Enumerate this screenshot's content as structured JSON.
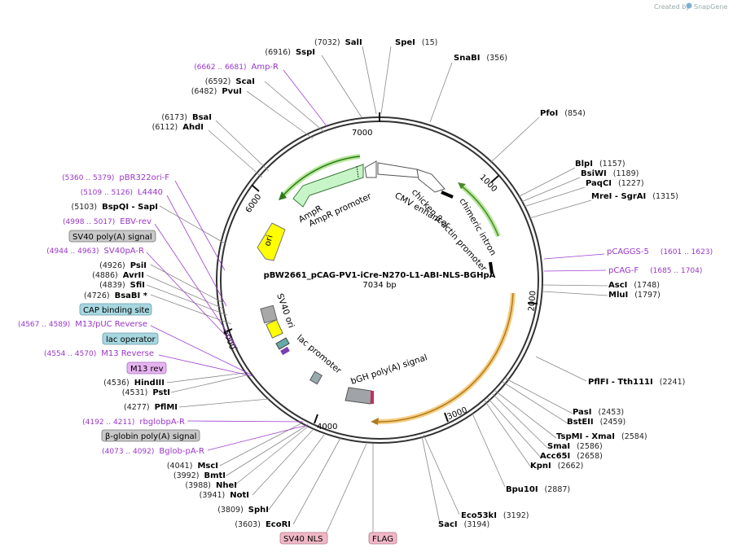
{
  "credit": {
    "created_by": "Created by",
    "brand": "SnapGene"
  },
  "plasmid": {
    "name": "pBW2661_pCAG-PV1-iCre-N270-L1-ABI-NLS-BGHpA",
    "length": "7034 bp"
  },
  "ticks": [
    "1000",
    "2000",
    "3000",
    "4000",
    "5000",
    "6000",
    "7000"
  ],
  "features": {
    "ampr": "AmpR",
    "ampr_promoter": "AmpR promoter",
    "cmv_enhancer": "CMV enhancer",
    "chicken_actin": "chicken β-actin promoter",
    "chimeric_intron": "chimeric intron",
    "ori": "ori",
    "sv40_ori": "SV40 ori",
    "lac_promoter": "lac promoter",
    "bgh_polya": "bGH poly(A) signal"
  },
  "enzymes_right": [
    {
      "name": "SalI",
      "pos": "(7032)"
    },
    {
      "name": "SpeI",
      "pos": "(15)"
    },
    {
      "name": "SnaBI",
      "pos": "(356)"
    },
    {
      "name": "PfoI",
      "pos": "(854)"
    },
    {
      "name": "BlpI",
      "pos": "(1157)"
    },
    {
      "name": "BsiWI",
      "pos": "(1189)"
    },
    {
      "name": "PaqCI",
      "pos": "(1227)"
    },
    {
      "name": "MreI  -  SgrAI",
      "pos": "(1315)"
    },
    {
      "name": "AscI",
      "pos": "(1748)"
    },
    {
      "name": "MluI",
      "pos": "(1797)"
    },
    {
      "name": "PflFI  -  Tth111I",
      "pos": "(2241)"
    },
    {
      "name": "PasI",
      "pos": "(2453)"
    },
    {
      "name": "BstEII",
      "pos": "(2459)"
    },
    {
      "name": "TspMI  -  XmaI",
      "pos": "(2584)"
    },
    {
      "name": "SmaI",
      "pos": "(2586)"
    },
    {
      "name": "Acc65I",
      "pos": "(2658)"
    },
    {
      "name": "KpnI",
      "pos": "(2662)"
    },
    {
      "name": "Bpu10I",
      "pos": "(2887)"
    },
    {
      "name": "Eco53kI",
      "pos": "(3192)"
    },
    {
      "name": "SacI",
      "pos": "(3194)"
    }
  ],
  "enzymes_left": [
    {
      "name": "SspI",
      "pos": "(6916)"
    },
    {
      "name": "ScaI",
      "pos": "(6592)"
    },
    {
      "name": "PvuI",
      "pos": "(6482)"
    },
    {
      "name": "BsaI",
      "pos": "(6173)"
    },
    {
      "name": "AhdI",
      "pos": "(6112)"
    },
    {
      "name": "BspQI  -  SapI",
      "pos": "(5103)"
    },
    {
      "name": "PsiI",
      "pos": "(4926)"
    },
    {
      "name": "AvrII",
      "pos": "(4886)"
    },
    {
      "name": "SfiI",
      "pos": "(4839)"
    },
    {
      "name": "BsaBI  *",
      "pos": "(4726)"
    },
    {
      "name": "HindIII",
      "pos": "(4536)"
    },
    {
      "name": "PstI",
      "pos": "(4531)"
    },
    {
      "name": "PflMI",
      "pos": "(4277)"
    },
    {
      "name": "MscI",
      "pos": "(4041)"
    },
    {
      "name": "BmtI",
      "pos": "(3992)"
    },
    {
      "name": "NheI",
      "pos": "(3988)"
    },
    {
      "name": "NotI",
      "pos": "(3941)"
    },
    {
      "name": "SphI",
      "pos": "(3809)"
    },
    {
      "name": "EcoRI",
      "pos": "(3603)"
    }
  ],
  "primers": [
    {
      "name": "Amp-R",
      "pos": "(6662 .. 6681)"
    },
    {
      "name": "pBR322ori-F",
      "pos": "(5360 .. 5379)"
    },
    {
      "name": "L4440",
      "pos": "(5109 .. 5126)"
    },
    {
      "name": "EBV-rev",
      "pos": "(4998 .. 5017)"
    },
    {
      "name": "SV40pA-R",
      "pos": "(4944 .. 4963)"
    },
    {
      "name": "M13/pUC Reverse",
      "pos": "(4567 .. 4589)"
    },
    {
      "name": "M13 Reverse",
      "pos": "(4554 .. 4570)"
    },
    {
      "name": "rbglobpA-R",
      "pos": "(4192 .. 4211)"
    },
    {
      "name": "Bglob-pA-R",
      "pos": "(4073 .. 4092)"
    },
    {
      "name": "pCAGGS-5",
      "pos": "(1601 .. 1623)"
    },
    {
      "name": "pCAG-F",
      "pos": "(1685 .. 1704)"
    }
  ],
  "boxed": [
    {
      "name": "SV40 poly(A) signal",
      "color": "#c8c8c8"
    },
    {
      "name": "CAP binding site",
      "color": "#a7d7e0"
    },
    {
      "name": "lac operator",
      "color": "#a7d7e0"
    },
    {
      "name": "M13 rev",
      "color": "#e6b3f0"
    },
    {
      "name": "β-globin poly(A) signal",
      "color": "#c8c8c8"
    },
    {
      "name": "SV40 NLS",
      "color": "#f0b8c6"
    },
    {
      "name": "FLAG",
      "color": "#f0b8c6"
    }
  ],
  "colors": {
    "enzyme_line": "#888888",
    "primer_line": "#a040d0",
    "ring": "#333333",
    "ampr": "#c8f5c8",
    "ori": "#ffff00",
    "promoter": "#ffffff",
    "bgh": "#a0a4a8",
    "intron_arc": "#c6f0a8",
    "cds_arc": "#f7d08a"
  }
}
